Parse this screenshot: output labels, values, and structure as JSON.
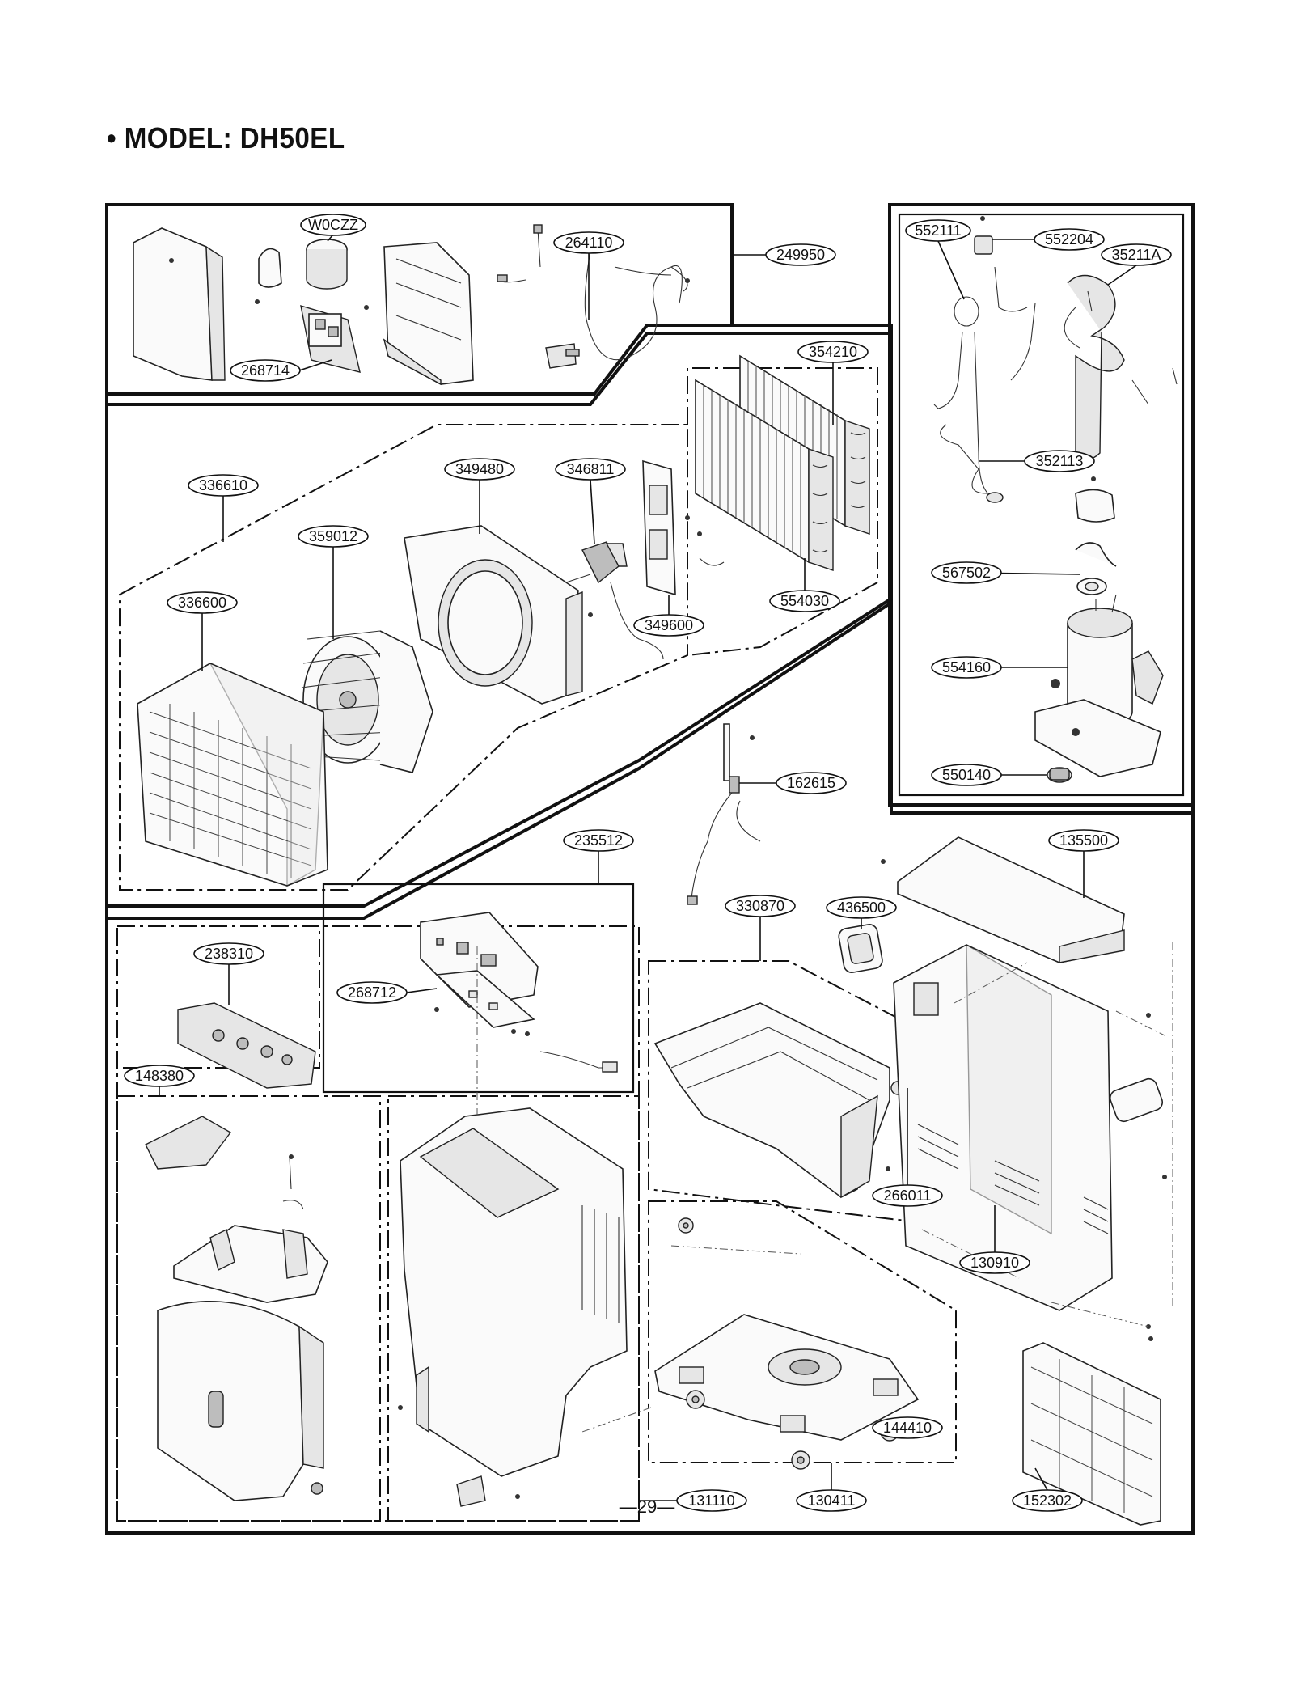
{
  "title": "• MODEL: DH50EL",
  "page_number": "—29—",
  "part_labels": {
    "W0CZZ": "W0CZZ",
    "264110": "264110",
    "249950": "249950",
    "268714": "268714",
    "354210": "354210",
    "336610": "336610",
    "349480": "349480",
    "346811": "346811",
    "359012": "359012",
    "336600": "336600",
    "349600": "349600",
    "554030": "554030",
    "552111": "552111",
    "552204": "552204",
    "35211A": "35211A",
    "352113": "352113",
    "567502": "567502",
    "554160": "554160",
    "550140": "550140",
    "162615": "162615",
    "235512": "235512",
    "135500": "135500",
    "330870": "330870",
    "436500": "436500",
    "238310": "238310",
    "268712": "268712",
    "148380": "148380",
    "266011": "266011",
    "130910": "130910",
    "144410": "144410",
    "131110": "131110",
    "130411": "130411",
    "152302": "152302"
  }
}
